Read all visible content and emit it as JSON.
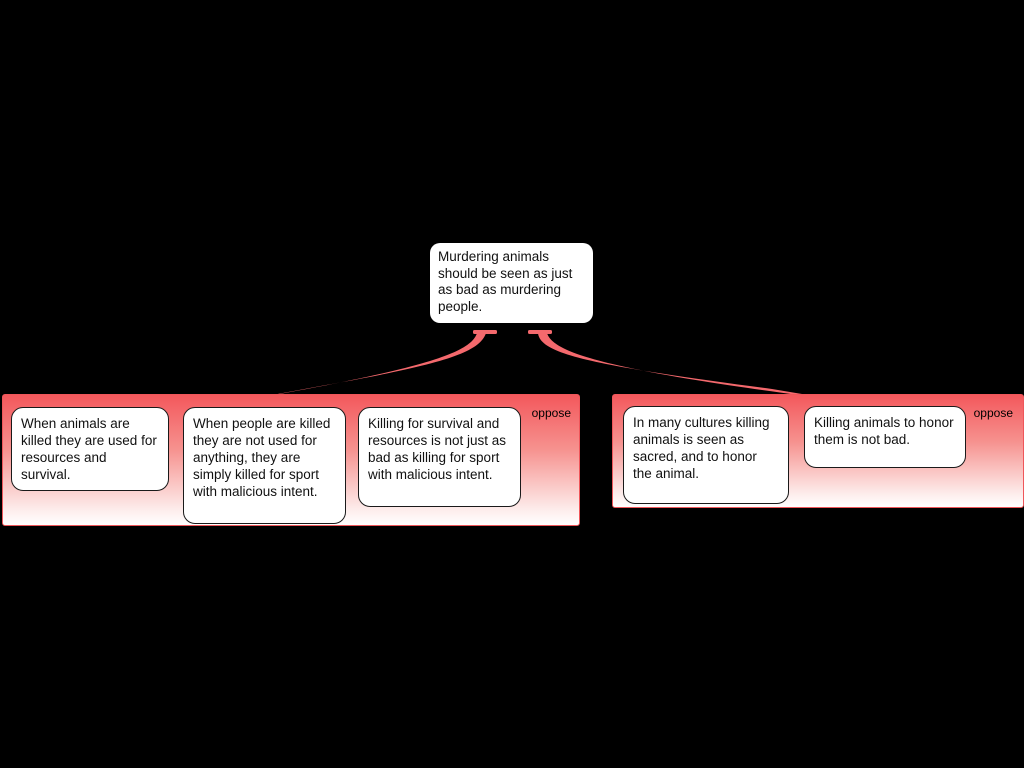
{
  "claim": {
    "text": "Murdering animals should be seen as just as bad as murdering people."
  },
  "groups": [
    {
      "relation": "oppose",
      "reasons": [
        "When animals are killed they are used for resources and survival.",
        "When people are killed they are not used for anything, they are simply killed for sport with malicious intent.",
        "Killing for survival and resources is not just as bad as killing for sport with malicious intent."
      ]
    },
    {
      "relation": "oppose",
      "reasons": [
        "In many cultures killing animals is seen as sacred, and to honor the animal.",
        "Killing animals to honor them is not bad."
      ]
    }
  ],
  "colors": {
    "background": "#000000",
    "connector_red": "#f4696d",
    "group_gradient_top": "#f3585c",
    "group_border": "#ef565a",
    "node_background": "#ffffff",
    "node_border": "#1a1a1a",
    "text": "#111111"
  }
}
